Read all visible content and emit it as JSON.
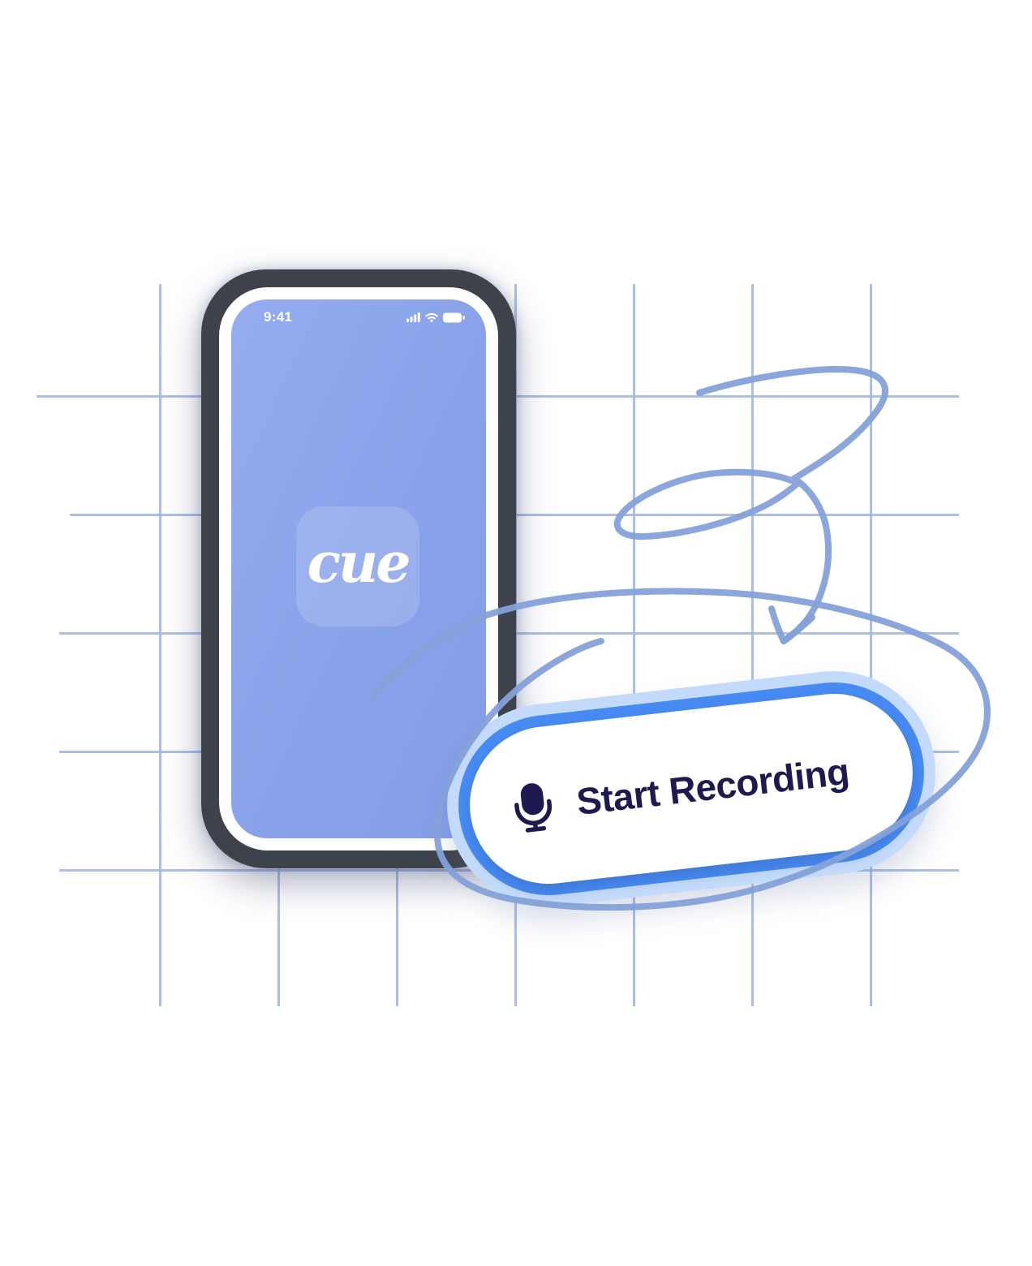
{
  "phone": {
    "status_bar": {
      "time": "9:41",
      "icons": [
        "cellular-signal",
        "wifi",
        "battery"
      ]
    },
    "app_icon": {
      "logo_text": "cue"
    }
  },
  "cta_button": {
    "label": "Start Recording",
    "icon": "microphone"
  },
  "doodle": {
    "description": "hand-drawn scribble with arrow pointing to a circled Start Recording button"
  },
  "colors": {
    "screen_blue": "#8CA5EB",
    "button_blue": "#478BF2",
    "halo_blue": "#C3DAFA",
    "navy": "#1E1A4F",
    "doodle_blue": "#84A1D8",
    "grid_blue": "#9DB5E2",
    "frame_dark": "#3E424B"
  }
}
